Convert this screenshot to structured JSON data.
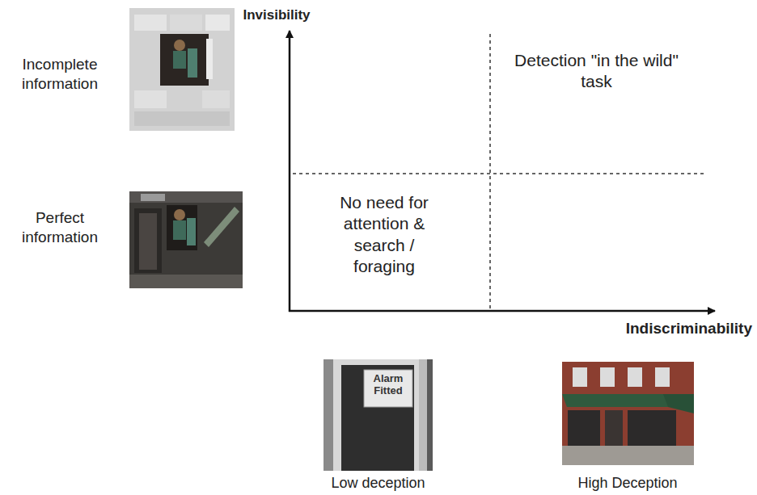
{
  "diagram": {
    "labels": [
      "Invisibility",
      "Incomplete information",
      "Perfect information",
      "Detection \"in the wild\" task",
      "No need for attention & search / foraging",
      "Indiscriminability",
      "Alarm Fitted",
      "Low deception",
      "High Deception"
    ]
  }
}
